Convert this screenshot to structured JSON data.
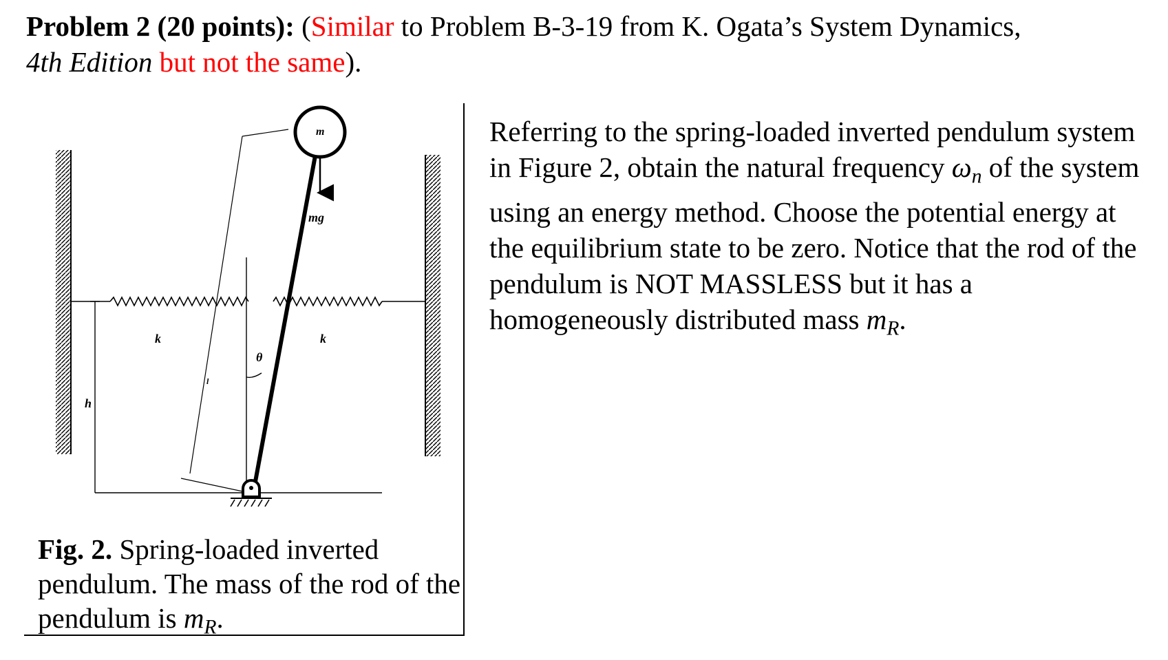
{
  "header": {
    "title_bold": "Problem 2 (20 points):",
    "paren_open": " (",
    "similar": "Similar",
    "to_problem": " to Problem B-3-19 from K. Ogata’s System Dynamics,",
    "edition": "4th Edition",
    "space": " ",
    "not_same": "but not the same",
    "paren_close": ")."
  },
  "figure": {
    "labels": {
      "m": "m",
      "mg": "mg",
      "k_left": "k",
      "k_right": "k",
      "theta": "θ",
      "h": "h",
      "l": "l"
    },
    "caption": {
      "bold": "Fig. 2.",
      "text": " Spring-loaded inverted pendulum. The mass of the rod of the pendulum is ",
      "var": "m",
      "var_sub": "R",
      "end": "."
    }
  },
  "body": {
    "text_1": "Referring to the spring-loaded inverted pendulum system in Figure 2, obtain the natural frequency ",
    "omega": "ω",
    "omega_sub": "n",
    "text_2": " of the system using an energy method. Choose the potential energy at the equilibrium state to be zero. Notice that the rod of the pendulum is NOT MASSLESS but it has a homogeneously distributed mass ",
    "var": "m",
    "var_sub": "R",
    "end": "."
  }
}
